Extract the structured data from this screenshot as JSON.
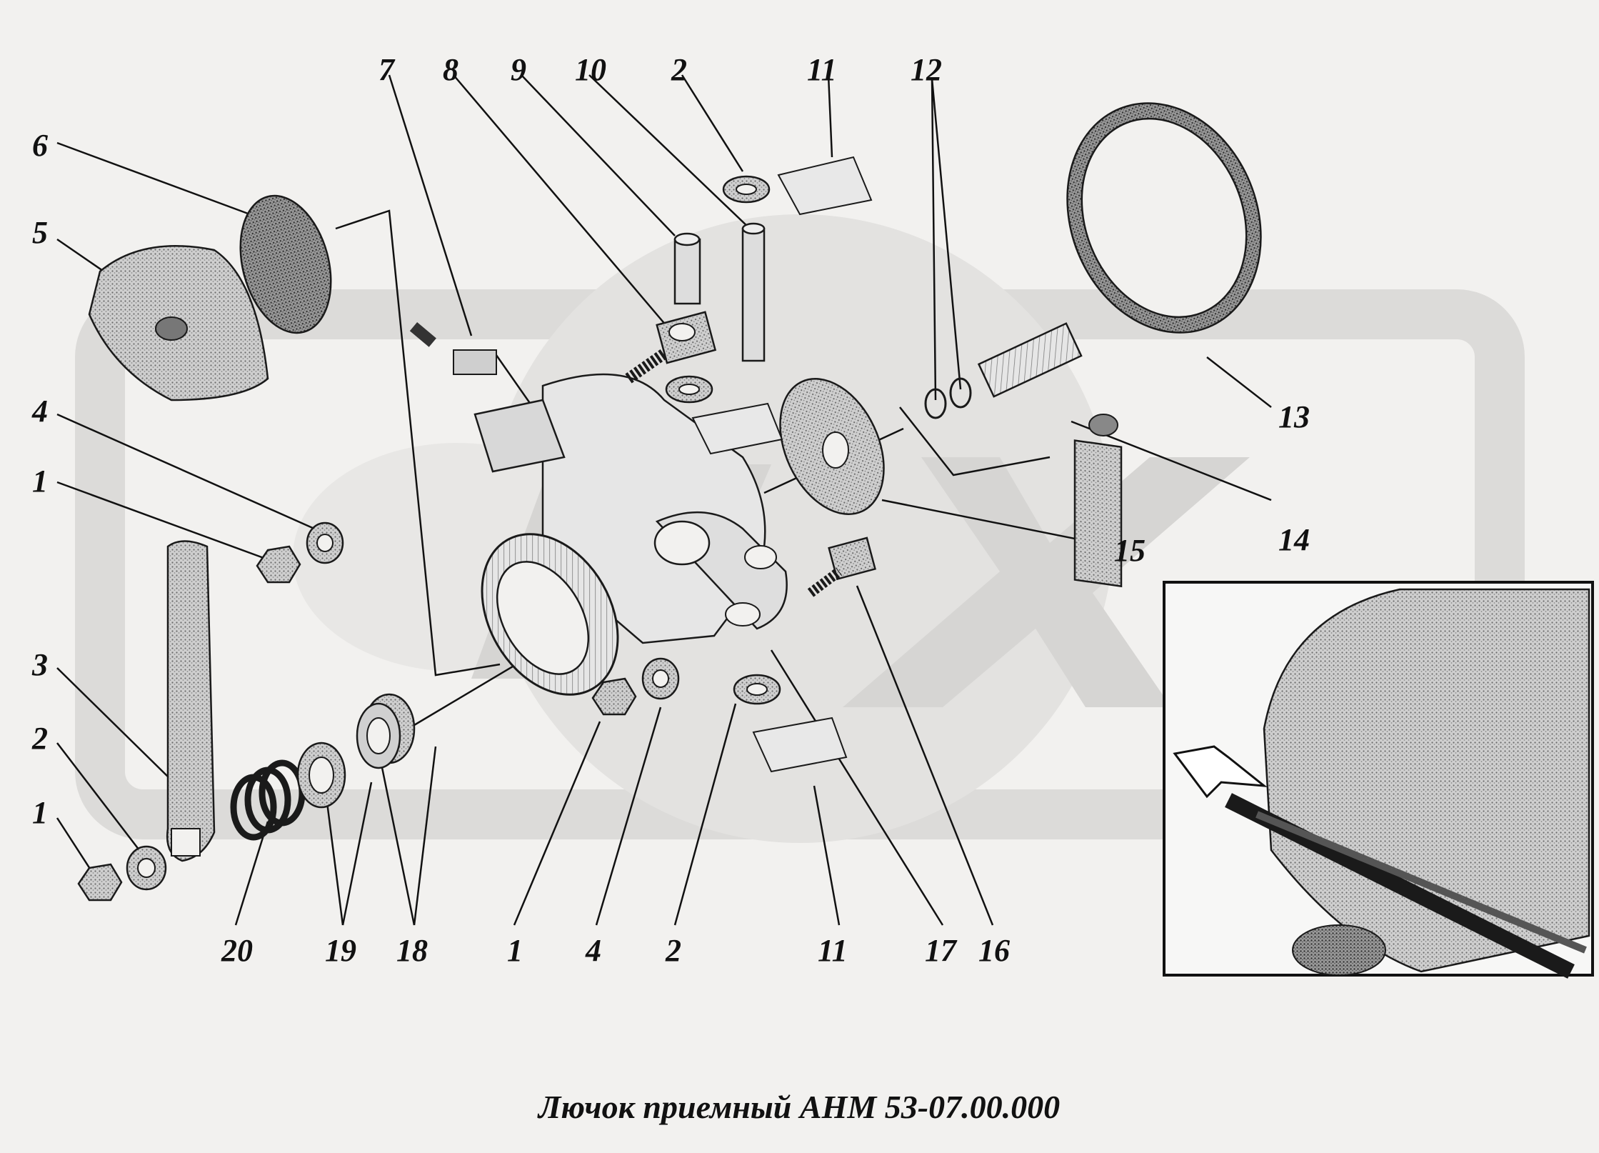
{
  "watermark": {
    "text": "ГАЗ",
    "color": "#d9d8d6"
  },
  "title": "Лючок приемный АНМ 53-07.00.000",
  "callouts": [
    "1",
    "2",
    "3",
    "4",
    "5",
    "6",
    "7",
    "8",
    "9",
    "10",
    "11",
    "12",
    "13",
    "14",
    "15",
    "16",
    "17",
    "18",
    "19",
    "20"
  ],
  "labels": {
    "top": [
      "7",
      "8",
      "9",
      "10",
      "2",
      "11",
      "12"
    ],
    "left": [
      "6",
      "5",
      "4",
      "1",
      "3",
      "2",
      "1"
    ],
    "right": [
      "13",
      "14",
      "15"
    ],
    "bottom": [
      "20",
      "19",
      "18",
      "1",
      "4",
      "2",
      "11",
      "17",
      "16"
    ]
  },
  "inset": {
    "description": "location detail"
  }
}
